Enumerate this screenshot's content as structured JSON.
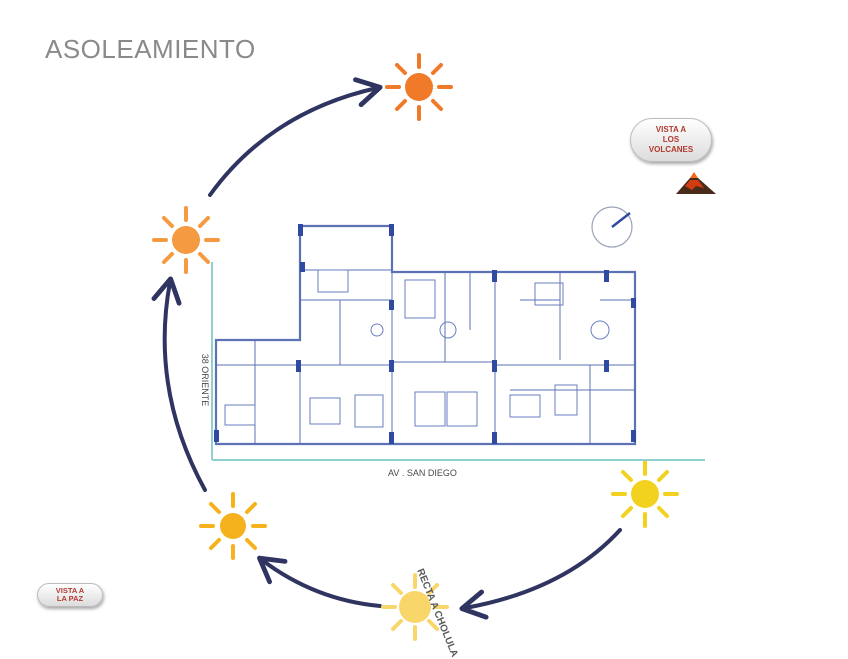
{
  "title": "ASOLEAMIENTO",
  "views": {
    "volcanes": [
      "VISTA A",
      "LOS",
      "VOLCANES"
    ],
    "paz": [
      "VISTA A",
      "LA PAZ"
    ]
  },
  "streets": {
    "diego": "AV . SAN DIEGO",
    "oriente": "38 ORIENTE",
    "cholula": "RECTA A CHOLULA"
  },
  "colors": {
    "arc": "#2f3461",
    "sun_orange": "#f07a2a",
    "sun_orange_light": "#f59a40",
    "sun_amber": "#f6b21c",
    "sun_yellow": "#f2d21e",
    "sun_pale": "#f8d66a",
    "plan_line": "#5c72b4",
    "street_line": "#8fd0d0",
    "label_red": "#b23a2e"
  },
  "sun_path_icons": [
    "sun-icon",
    "sun-icon",
    "sun-icon",
    "sun-icon",
    "sun-icon"
  ],
  "volcano_icon": "volcano-icon",
  "compass_icon": "north-arrow-icon"
}
